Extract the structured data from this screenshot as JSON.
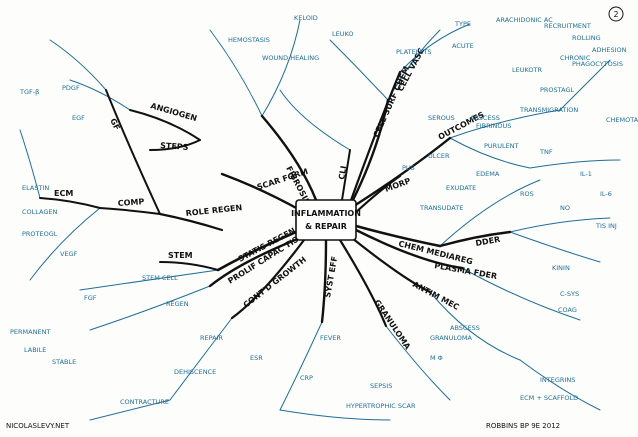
{
  "center": {
    "line1": "INFLAMMATION",
    "line2": "& REPAIR"
  },
  "branches": [
    "CHEM MEDIAREG",
    "CELL SURF CHEM",
    "CELL VASC",
    "OUTCOMES",
    "MORP",
    "CLI",
    "FIBROSIS",
    "SCAR FORM",
    "STATIS REGEN",
    "PROLIF CAPAC TIS",
    "CONT'D GROWTH",
    "SYST EFF",
    "GRANULOMA",
    "ANTIM MEC",
    "PLASMA FDER",
    "DDER",
    "STEM",
    "ROLE REGEN",
    "COMP",
    "GF",
    "ANGIOGEN",
    "STEPS",
    "ECM"
  ],
  "labels": [
    "TYPE",
    "ARACHIDONIC AC",
    "LEUKO",
    "PLATELETS",
    "ACUTE",
    "CHRONIC",
    "LEUKOTR",
    "PROSTAGL",
    "TNF",
    "IL-1",
    "IL-6",
    "ROS",
    "NO",
    "TIS INJ",
    "KININ",
    "C-SYS",
    "COAG",
    "GRANULOMA",
    "M Φ",
    "FEVER",
    "CRP",
    "ESR",
    "SEPSIS",
    "STEM CELL",
    "ELASTIN",
    "COLLAGEN",
    "PROTEOGL",
    "VEGF",
    "FGF",
    "TGF-β",
    "PDGF",
    "EGF",
    "LABILE",
    "STABLE",
    "PERMANENT",
    "REGEN",
    "REPAIR",
    "EXUDATE",
    "TRANSUDATE",
    "EDEMA",
    "PUS",
    "ABSCESS",
    "ULCER",
    "SEROUS",
    "FIBRINOUS",
    "PURULENT",
    "RECRUITMENT",
    "ROLLING",
    "ADHESION",
    "TRANSMIGRATION",
    "CHEMOTAXIS",
    "PHAGOCYTOSIS",
    "ABSCESS",
    "HEMOSTASIS",
    "WOUND HEALING",
    "KELOID",
    "DEHISCENCE",
    "CONTRACTURE",
    "HYPERTROPHIC SCAR",
    "ECM + SCAFFOLD",
    "INTEGRINS"
  ],
  "footer": {
    "left": "NICOLASLEVY.NET",
    "right": "ROBBINS BP 9E 2012"
  }
}
